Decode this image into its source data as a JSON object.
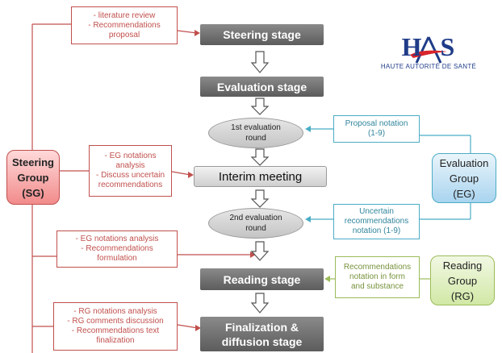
{
  "stages": {
    "steering": "Steering stage",
    "evaluation": "Evaluation stage",
    "round1": "1st evaluation round",
    "interim": "Interim meeting",
    "round2": "2nd evaluation round",
    "reading": "Reading stage",
    "finalization_line1": "Finalization &",
    "finalization_line2": "diffusion stage"
  },
  "groups": {
    "steering": {
      "line1": "Steering",
      "line2": "Group",
      "line3": "(SG)"
    },
    "evaluation": {
      "line1": "Evaluation",
      "line2": "Group",
      "line3": "(EG)"
    },
    "reading": {
      "line1": "Reading",
      "line2": "Group",
      "line3": "(RG)"
    }
  },
  "notes": {
    "sg_steering": [
      "- literature review",
      "- Recommendations",
      "proposal"
    ],
    "sg_interim": [
      "- EG notations",
      "analysis",
      "- Discuss uncertain",
      "recommendations"
    ],
    "sg_reading": [
      "- EG notations analysis",
      "- Recommendations",
      "formulation"
    ],
    "sg_final": [
      "- RG notations analysis",
      "-  RG comments discussion",
      "- Recommendations text",
      "finalization"
    ],
    "eg_round1": [
      "Proposal notation",
      "(1-9)"
    ],
    "eg_round2": [
      "Uncertain",
      "recommendations",
      "notation (1-9)"
    ],
    "rg_reading": [
      "Recommendations",
      "notation in form",
      "and substance"
    ]
  },
  "logo": {
    "mark": "HAS",
    "subtitle": "HAUTE AUTORITÉ DE SANTÉ"
  },
  "colors": {
    "steering_red": "#c0504d",
    "evaluation_blue": "#4bacc6",
    "reading_green": "#9bbb59",
    "stage_gray": "#6e6e6e"
  }
}
